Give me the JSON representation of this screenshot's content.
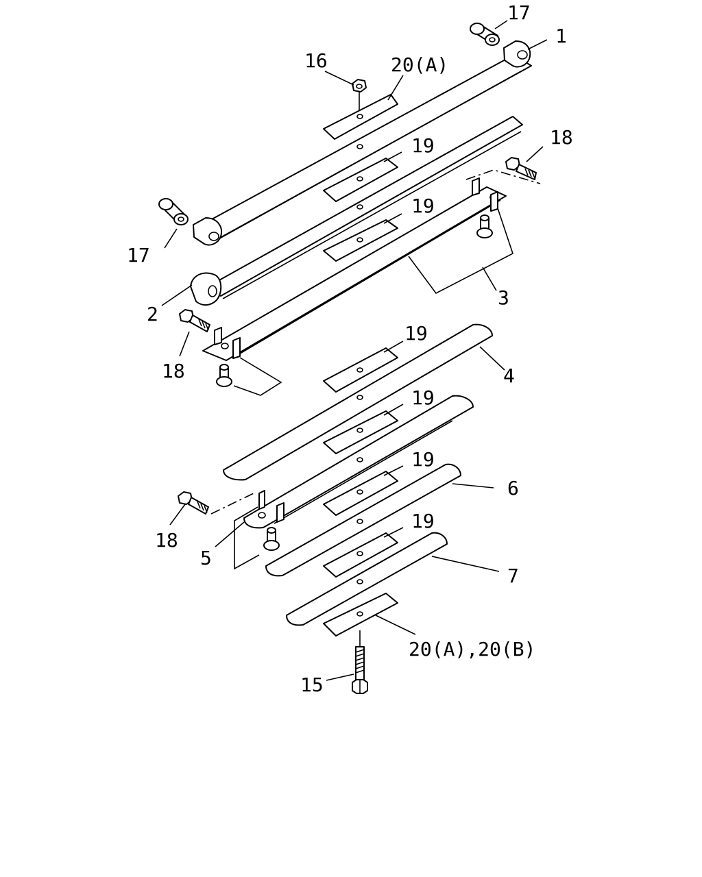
{
  "diagram": {
    "labels": {
      "l1": "1",
      "l2": "2",
      "l3": "3",
      "l4": "4",
      "l5": "5",
      "l6": "6",
      "l7": "7",
      "l15": "15",
      "l16": "16",
      "l17a": "17",
      "l17b": "17",
      "l18a": "18",
      "l18b": "18",
      "l18c": "18",
      "l19a": "19",
      "l19b": "19",
      "l19c": "19",
      "l19d": "19",
      "l19e": "19",
      "l19f": "19",
      "l20a": "20(A)",
      "l20ab": "20(A),20(B)"
    }
  }
}
